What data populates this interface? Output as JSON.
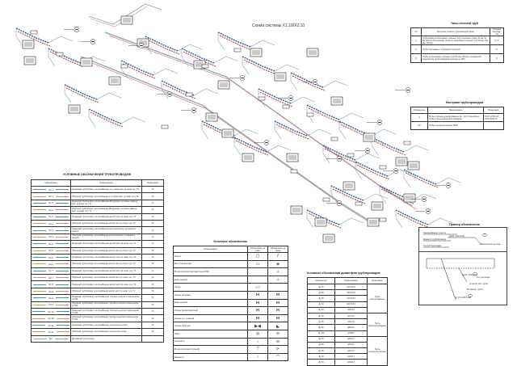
{
  "drawing": {
    "title": "Схема системы Х1.10/Х2.10"
  },
  "pipe_types": {
    "title": "Типы сечений труб",
    "headers": [
      "Тип",
      "Материал сечения трубопроводов длины",
      "Толщина изоляции, мм"
    ],
    "rows": [
      {
        "type": "1",
        "desc": "Трубопровод из бесшовных стальных труб (стальные трубы) 32 мм; 50 Ду, 100 мм бесшовными. Трубы из бесшовных стальных труб 32 мм; 100 мм, 100 мм",
        "value": "6 / 9"
      },
      {
        "type": "2",
        "desc": "Трубы бесшовные с полимерной защитой",
        "value": "9"
      },
      {
        "type": "3",
        "desc": "Трубы из бесшовных стальных труб 50 мм; 100 мм с полимерной защитой при трубопроводной изоляции из ППУ",
        "value": "9"
      }
    ]
  },
  "materials": {
    "title": "Материал трубопроводов",
    "headers": [
      "Обозначение",
      "Наименование",
      "Примечание"
    ],
    "rows": [
      {
        "code": "С",
        "name": "Трубы стальные электросварные Ду... 32 от бесшовных; Трубы стальные водогазопроводные",
        "note": "ГОСТ 10704-91; ГОСТ 3262-75"
      },
      {
        "code": "РР",
        "name": "Трубы полипропиленовые PN20",
        "note": ""
      }
    ]
  },
  "pipe_legend": {
    "title": "УСЛОВНЫЕ ОБОЗНАЧЕНИЯ ТРУБОПРОВОДОВ",
    "headers": [
      "Обозначение",
      "Наименование",
      "Примечание"
    ],
    "rows": [
      {
        "code": "Х1.1",
        "name": "Подающий трубопровод теплоснабжения 1-го этажа корп. (в зонах тех.) Т1",
        "note": "Т1",
        "color": "#4a8fc4"
      },
      {
        "code": "Х2.1",
        "name": "Обратный трубопровод теплоснабжения 1-го этажа корп. (в зонах тех.) Т2",
        "note": "Т2",
        "color": "#d98a8a"
      },
      {
        "code": "Х1.2",
        "name": "Подающий трубопровод теплоснабжения (Воздушные тепловые завесы) корп. (в зонах тех.) Т1",
        "note": "Т1",
        "color": "#4a8fc4"
      },
      {
        "code": "Х2.2",
        "name": "Обратный трубопровод теплоснабжения (Воздушные тепловые завесы) корп. (в зонах тех.) Т2",
        "note": "Т2",
        "color": "#d98a8a"
      },
      {
        "code": "Х1.3",
        "name": "Подающий трубопровод теплоснабжения жилой части (в зонах тех.) Т1",
        "note": "Т1",
        "color": "#4a8fc4"
      },
      {
        "code": "Х2.3",
        "name": "Обратный трубопровод теплоснабжения жилой части (в зонах тех.) Т2",
        "note": "Т2",
        "color": "#d98a8a"
      },
      {
        "code": "Х1.4",
        "name": "Подающий трубопровод теплоснабжения вентиляционных установок в секциях",
        "note": "Т1",
        "color": "#4a8fc4"
      },
      {
        "code": "Х2.4",
        "name": "Обратный трубопровод теплоснабжения вентиляционных установок в секциях",
        "note": "Т2",
        "color": "#d98a8a"
      },
      {
        "code": "Х1.5",
        "name": "Подающий трубопровод теплоснабжения жилой части (в зонах тех.) Т1",
        "note": "Т1",
        "color": "#4a8fc4"
      },
      {
        "code": "Х2.5",
        "name": "Обратный трубопровод теплоснабжения жилой части (в зонах тех.) Т2",
        "note": "Т2",
        "color": "#d98a8a"
      },
      {
        "code": "Х1.6",
        "name": "Подающий трубопровод теплоснабжения жилой части (в зонах тех.) Т1",
        "note": "Т1",
        "color": "#4a8fc4"
      },
      {
        "code": "Х2.6",
        "name": "Обратный трубопровод теплоснабжения жилой части (в зонах тех.) Т2",
        "note": "Т2",
        "color": "#d98a8a"
      },
      {
        "code": "Х1.7",
        "name": "Подающий трубопровод теплоснабжения жилой части (в зонах тех.) Т1",
        "note": "Т1",
        "color": "#4a8fc4"
      },
      {
        "code": "Х2.7",
        "name": "Обратный трубопровод теплоснабжения жилой части (в зонах тех.) Т2",
        "note": "Т2",
        "color": "#d98a8a"
      },
      {
        "code": "Х1.8",
        "name": "Подающий трубопровод теплоснабжения жилой части (в зонах тех.) Т1",
        "note": "Т1",
        "color": "#4a8fc4"
      },
      {
        "code": "Х2.8",
        "name": "Обратный трубопровод теплоснабжения жилой части (в зонах тех.) Т2",
        "note": "Т2",
        "color": "#d98a8a"
      },
      {
        "code": "Х1.9",
        "name": "Подающий трубопровод теплоснабжения торговых центров в помещениях =0.000",
        "note": "Т1",
        "color": "#4a8fc4"
      },
      {
        "code": "Х2.9",
        "name": "Обратный трубопровод теплоснабжения торговых центров в помещениях =0.000",
        "note": "Т2",
        "color": "#d98a8a"
      },
      {
        "code": "Х1.10",
        "name": "Подающий трубопровод теплоснабжения торговых центров в помещениях =0.000",
        "note": "Т1",
        "color": "#4a8fc4"
      },
      {
        "code": "Х2.10",
        "name": "Обратный трубопровод теплоснабжения торговых центров в помещениях =0.000",
        "note": "Т2",
        "color": "#d98a8a"
      },
      {
        "code": "Х1.11",
        "name": "Подающий трубопровод теплоснабжения технического этажа",
        "note": "Т1",
        "color": "#4a8fc4"
      },
      {
        "code": "Х2.11",
        "name": "Обратный трубопровод теплоснабжения технического этажа",
        "note": "Т2",
        "color": "#d98a8a"
      },
      {
        "code": "Д1",
        "name": "Дренажный трубопровод",
        "note": "",
        "color": "#7ab0a0"
      }
    ]
  },
  "symbols": {
    "title": "Условные обозначения",
    "headers": [
      "Наименование",
      "Обозначение на плане",
      "Обозначение на схеме"
    ],
    "rows": [
      {
        "name": "Фильтр",
        "plan": "▢",
        "scheme": "⫽"
      },
      {
        "name": "Бак (точки выхода)",
        "plan": "▭",
        "scheme": "◈"
      },
      {
        "name": "Воздухоотводчик (автоматический ВО)",
        "plan": "",
        "scheme": "⊥"
      },
      {
        "name": "Кран шаровой",
        "plan": "",
        "scheme": "⊥"
      },
      {
        "name": "Опора",
        "plan": "○○",
        "scheme": ""
      },
      {
        "name": "Клапан запорный",
        "plan": "⋈",
        "scheme": "⋈"
      },
      {
        "name": "Кран шаровой",
        "plan": "⋈",
        "scheme": "⋈"
      },
      {
        "name": "Клапан балансировочный",
        "plan": "⋈",
        "scheme": "⋈"
      },
      {
        "name": "Клапан (п.н. сливной)",
        "plan": "⋈",
        "scheme": "⋈"
      },
      {
        "name": "Клапан обратный",
        "plan": "▶◀",
        "scheme": "◣"
      },
      {
        "name": "Насос",
        "plan": "◎",
        "scheme": "⊖"
      },
      {
        "name": "Термометр",
        "plan": "♁",
        "scheme": "⊖"
      },
      {
        "name": "Воздухоотводчик (спускной)",
        "plan": "⊤",
        "scheme": "⊳"
      },
      {
        "name": "Манометр",
        "plan": "♀",
        "scheme": "⌒"
      }
    ]
  },
  "diameters": {
    "title": "Условные обозначения диаметров трубопроводов",
    "headers": [
      "Обозначение",
      "Наименование",
      "Примечание"
    ],
    "groups": [
      {
        "note": "Трубы электросварные",
        "rows": [
          {
            "code": "Ду 15",
            "name": "ø21.3x2.5"
          },
          {
            "code": "Ду 20",
            "name": "ø26.8x2.8"
          },
          {
            "code": "Ду 25",
            "name": "ø33.5x3.2"
          },
          {
            "code": "Ду 32",
            "name": "ø42.3x3.2"
          },
          {
            "code": "Ду 40",
            "name": "ø48x3.5"
          }
        ]
      },
      {
        "note": "Трубы водогазопроводные",
        "rows": [
          {
            "code": "Ду 50",
            "name": "ø57x3.5"
          },
          {
            "code": "Ду 65",
            "name": "ø76x3.5"
          },
          {
            "code": "Ду 80",
            "name": "ø89x3.5"
          },
          {
            "code": "Ду 100",
            "name": "ø108x4"
          }
        ]
      },
      {
        "note": "Трубы полипропиленовые",
        "rows": [
          {
            "code": "Ду 15",
            "name": "ø20x3.4"
          },
          {
            "code": "Ду 20",
            "name": "ø25x4.2"
          },
          {
            "code": "Ду 25",
            "name": "ø32x5.4"
          },
          {
            "code": "Ду 32",
            "name": "ø40x6.7"
          },
          {
            "code": "Ду 40",
            "name": "ø50x8.3"
          }
        ]
      }
    ]
  },
  "notation": {
    "title": "Пример обозначения",
    "labels": [
      "Наименование участка",
      "Диаметр трубопровода",
      "Способ прокладки",
      "Ду20 1.0/0.8 мм",
      "Направление уклона",
      "Тип изоляции",
      "Отметка оси трубы",
      "Материал трубы",
      "Ду 15 1.0/0.8 мм",
      "Ду25 1.0/0.8 мм"
    ]
  },
  "colors": {
    "supply": "#4a8fc4",
    "return": "#d98a8a",
    "supply_dark": "#1f5fa0",
    "return_dark": "#c0504d",
    "line": "#8aa0b0"
  }
}
